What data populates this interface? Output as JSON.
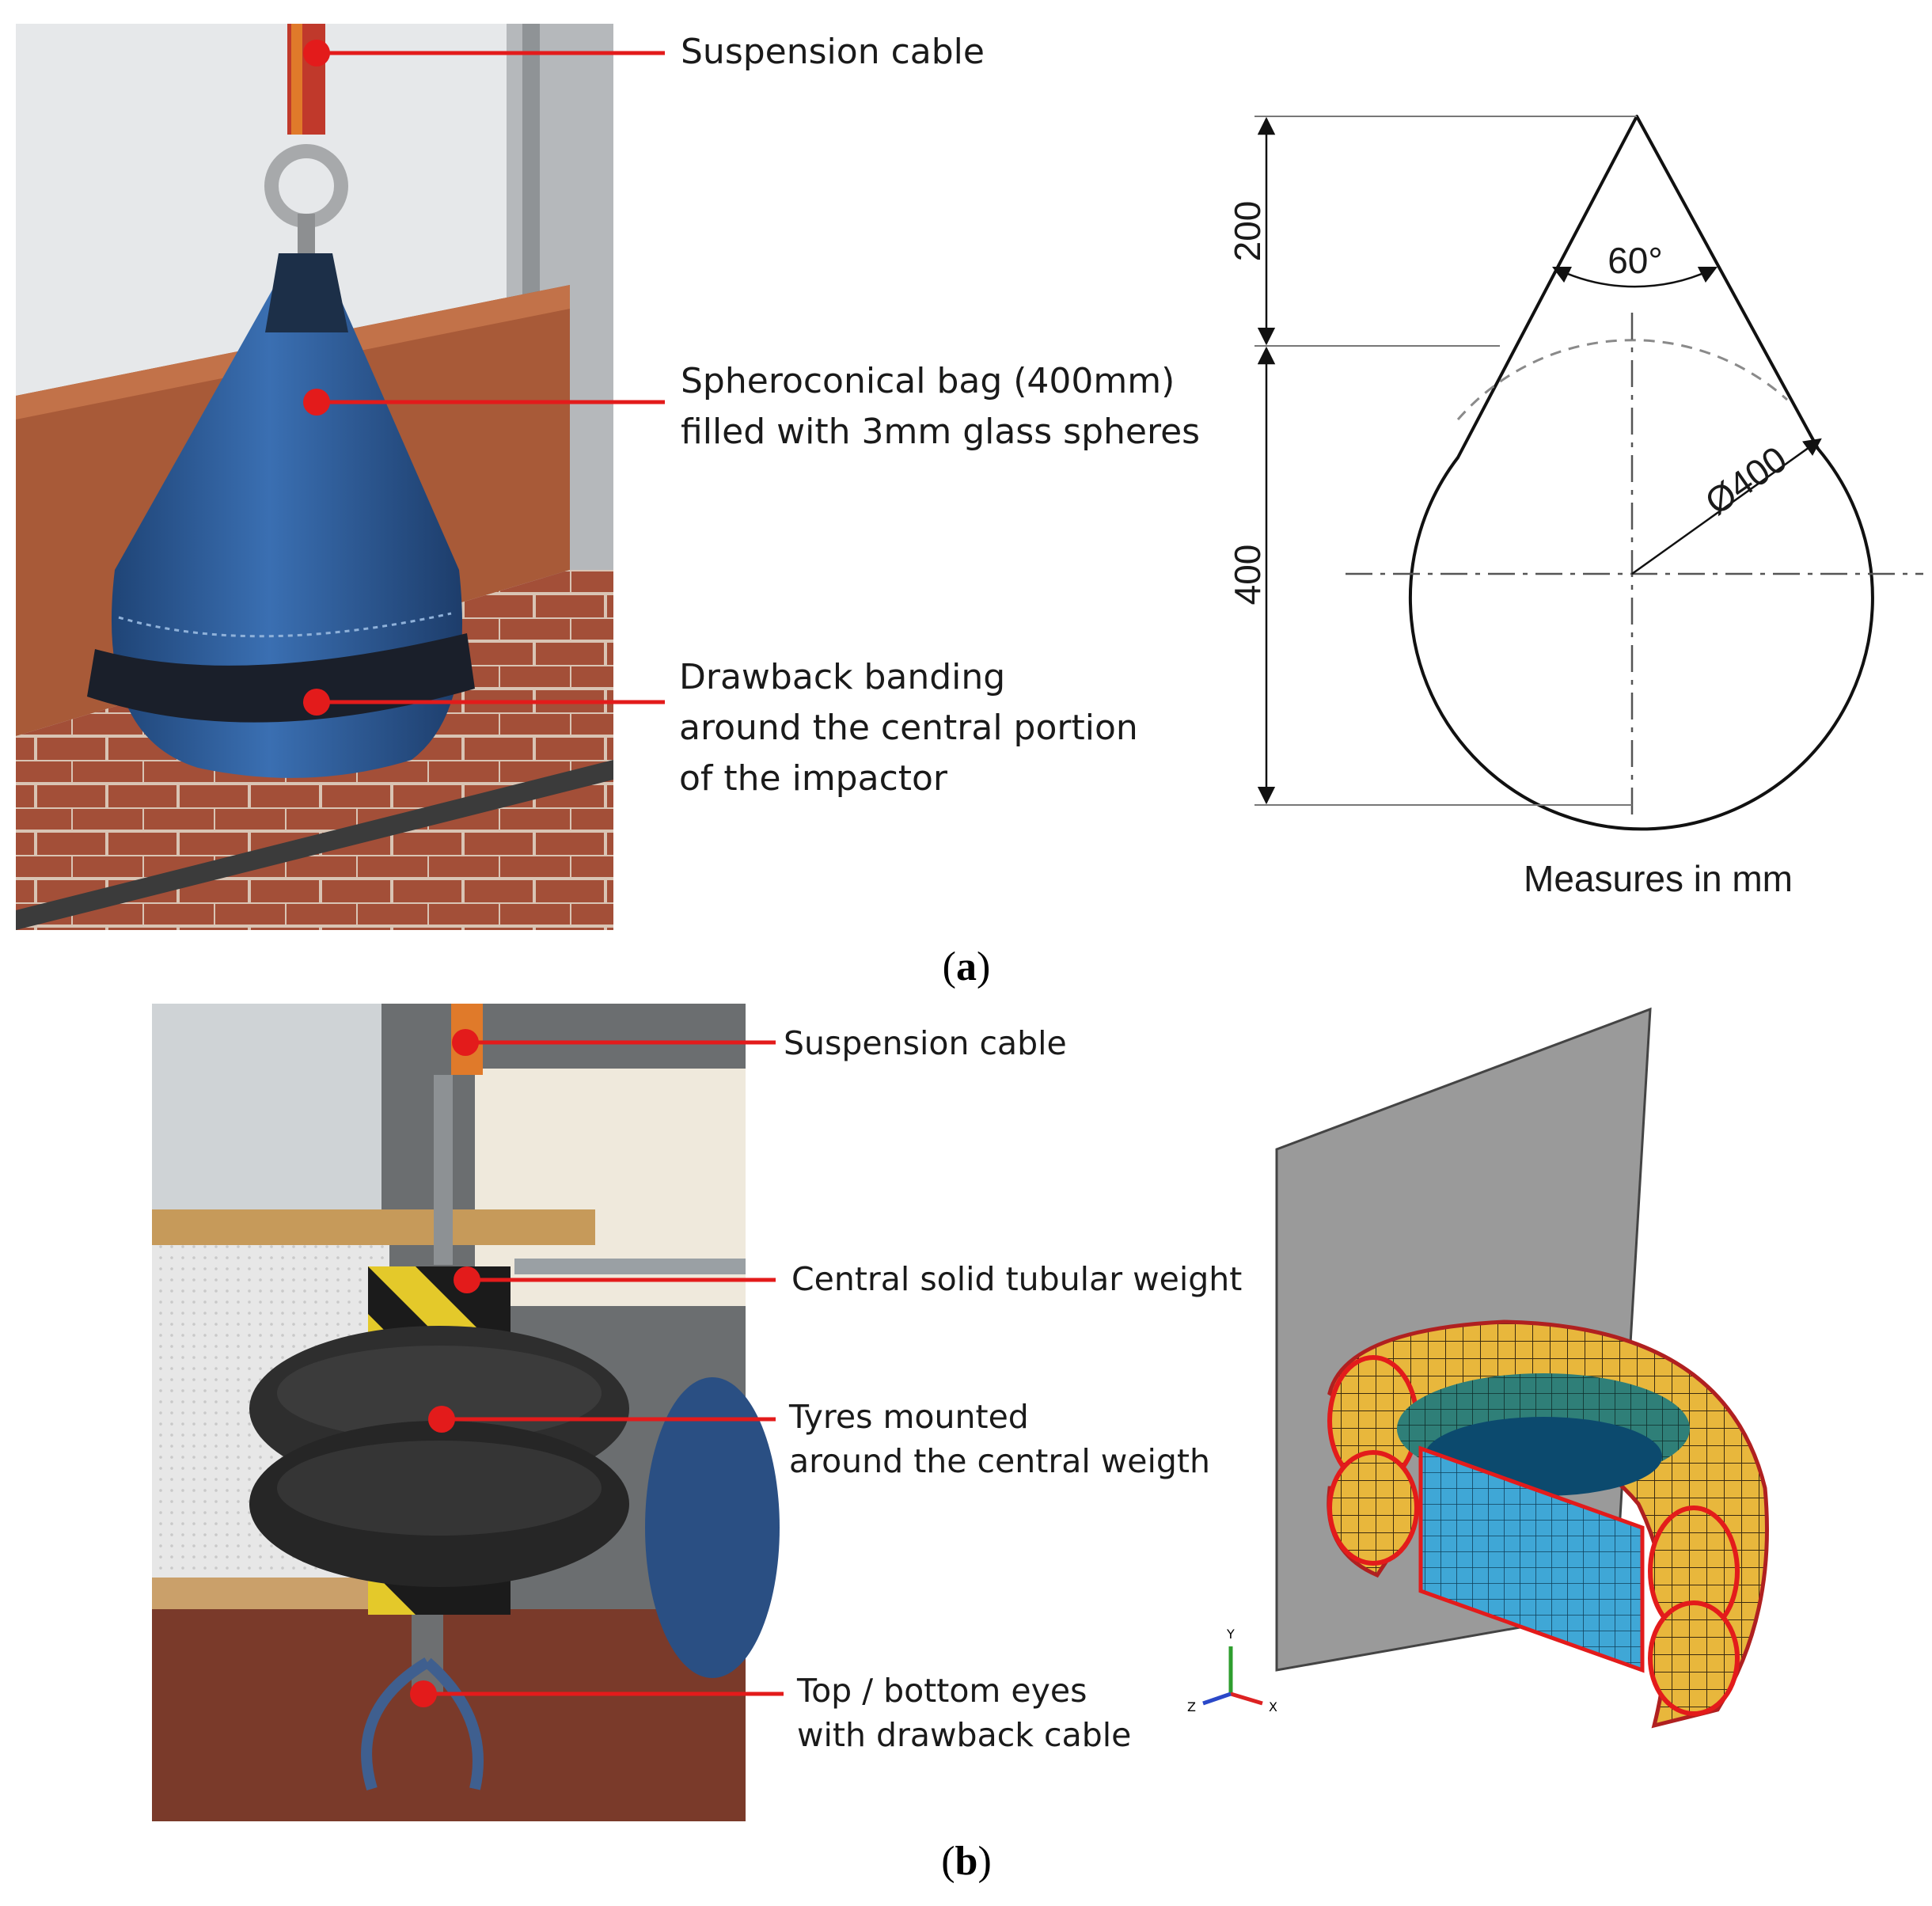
{
  "panel_a": {
    "caption_letter": "a",
    "callouts": [
      [
        "Suspension cable"
      ],
      [
        "Spheroconical bag (400mm)",
        "filled with 3mm glass spheres"
      ],
      [
        "Drawback banding",
        "around the central portion",
        "of the impactor"
      ]
    ],
    "drawing": {
      "dim_cone": "200",
      "dim_sphere": "400",
      "angle": "60°",
      "diameter": "Ø400",
      "units_note": "Measures in mm"
    }
  },
  "panel_b": {
    "caption_letter": "b",
    "callouts": [
      [
        "Suspension cable"
      ],
      [
        "Central solid tubular weight"
      ],
      [
        "Tyres mounted",
        "around the central weigth"
      ],
      [
        "Top / bottom eyes",
        "with drawback cable"
      ]
    ],
    "axis_labels": [
      "Y",
      "Z",
      "X"
    ]
  },
  "colors": {
    "callout_red": "#e31b1b",
    "bag_blue": "#2f5f9e",
    "tyre_mesh": "#e6b43a",
    "plate_gray": "#9a9a9a"
  }
}
